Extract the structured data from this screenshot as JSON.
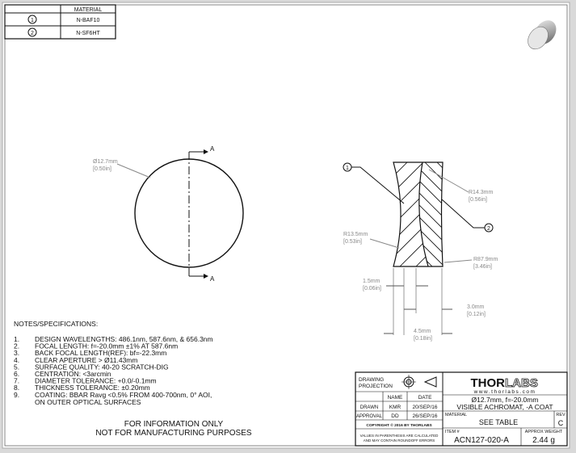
{
  "material_table": {
    "header": "MATERIAL",
    "rows": [
      {
        "id": "1",
        "material": "N-BAF10"
      },
      {
        "id": "2",
        "material": "N-SF6HT"
      }
    ]
  },
  "front_view": {
    "section_label_top": "A",
    "section_label_bottom": "A",
    "diameter_mm": "Ø12.7mm",
    "diameter_in": "[0.50in]"
  },
  "section_view": {
    "balloon_1": "1",
    "balloon_2": "2",
    "r1_mm": "R13.5mm",
    "r1_in": "[0.53in]",
    "r2_mm": "R14.3mm",
    "r2_in": "[0.56in]",
    "r3_mm": "R87.9mm",
    "r3_in": "[3.46in]",
    "t1_mm": "1.5mm",
    "t1_in": "[0.06in]",
    "t2_mm": "3.0mm",
    "t2_in": "[0.12in]",
    "total_mm": "4.5mm",
    "total_in": "[0.18in]"
  },
  "notes": {
    "title": "NOTES/SPECIFICATIONS:",
    "items": [
      {
        "n": "1.",
        "text": "DESIGN WAVELENGTHS: 486.1nm, 587.6nm, & 656.3nm"
      },
      {
        "n": "2.",
        "text": "FOCAL LENGTH: f=-20.0mm ±1% AT 587.6nm"
      },
      {
        "n": "3.",
        "text": "BACK FOCAL LENGTH(REF): bf=-22.3mm"
      },
      {
        "n": "4.",
        "text": "CLEAR APERTURE > Ø11.43mm"
      },
      {
        "n": "5.",
        "text": "SURFACE QUALITY: 40-20 SCRATCH-DIG"
      },
      {
        "n": "6.",
        "text": "CENTRATION: <3arcmin"
      },
      {
        "n": "7.",
        "text": "DIAMETER TOLERANCE: +0.0/-0.1mm"
      },
      {
        "n": "8.",
        "text": "THICKNESS TOLERANCE: ±0.20mm"
      },
      {
        "n": "9.",
        "text": "COATING: BBAR Ravg <0.5% FROM 400-700nm, 0° AOI,"
      }
    ],
    "item9_cont": "ON OUTER OPTICAL SURFACES",
    "disclaimer_1": "FOR INFORMATION ONLY",
    "disclaimer_2": "NOT FOR MANUFACTURING PURPOSES"
  },
  "title_block": {
    "projection_label_1": "DRAWING",
    "projection_label_2": "PROJECTION",
    "name_header": "NAME",
    "date_header": "DATE",
    "drawn_label": "DRAWN",
    "drawn_name": "KMR",
    "drawn_date": "20/SEP/16",
    "approval_label": "APPROVAL",
    "approval_name": "DD",
    "approval_date": "26/SEP/16",
    "copyright": "COPYRIGHT © 2016 BY THORLABS",
    "values_note_1": "VALUES IN PARENTHESIS ARE CALCULATED",
    "values_note_2": "AND MAY CONTAIN ROUNDOFF ERRORS",
    "logo_bold": "THOR",
    "logo_light": "LABS",
    "website": "www.thorlabs.com",
    "desc_1": "Ø12.7mm, f=-20.0mm",
    "desc_2": "VISIBLE ACHROMAT, -A COAT",
    "material_label": "MATERIAL",
    "material_value": "SEE TABLE",
    "rev_label": "REV",
    "rev_value": "C",
    "item_label": "ITEM #",
    "item_value": "ACN127-020-A",
    "weight_label": "APPROX WEIGHT",
    "weight_value": "2.44 g"
  }
}
